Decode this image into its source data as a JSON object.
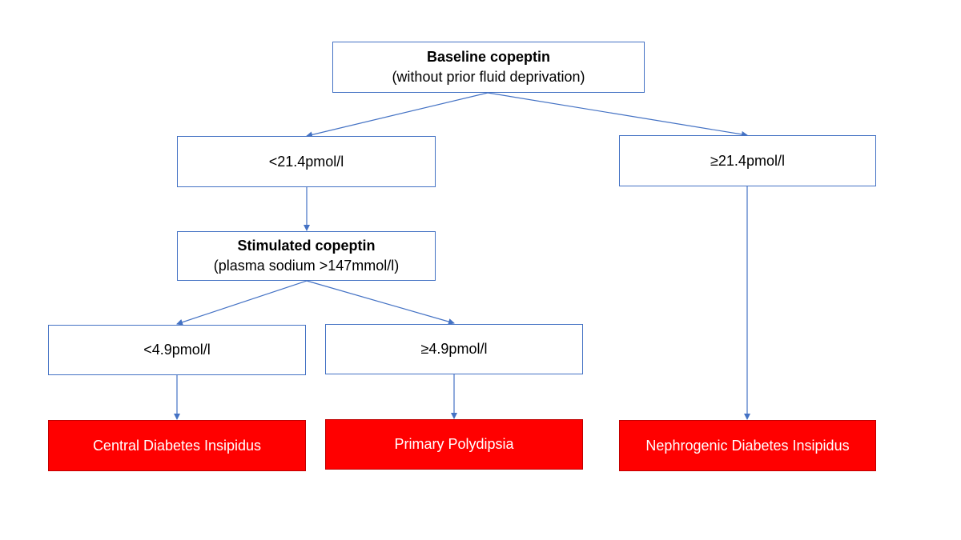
{
  "nodes": {
    "baseline": {
      "title": "Baseline copeptin",
      "subtitle": "(without prior fluid deprivation)"
    },
    "low_baseline": {
      "label": "<21.4pmol/l"
    },
    "high_baseline": {
      "label": "≥21.4pmol/l"
    },
    "stimulated": {
      "title": "Stimulated copeptin",
      "subtitle": "(plasma sodium >147mmol/l)"
    },
    "low_stimulated": {
      "label": "<4.9pmol/l"
    },
    "high_stimulated": {
      "label": "≥4.9pmol/l"
    },
    "central_di": {
      "label": "Central Diabetes Insipidus"
    },
    "primary_polydipsia": {
      "label": "Primary Polydipsia"
    },
    "nephrogenic_di": {
      "label": "Nephrogenic Diabetes Insipidus"
    }
  },
  "colors": {
    "border": "#4472c4",
    "edge": "#4472c4",
    "outcome_fill": "#ff0000",
    "outcome_text": "#ffffff"
  }
}
